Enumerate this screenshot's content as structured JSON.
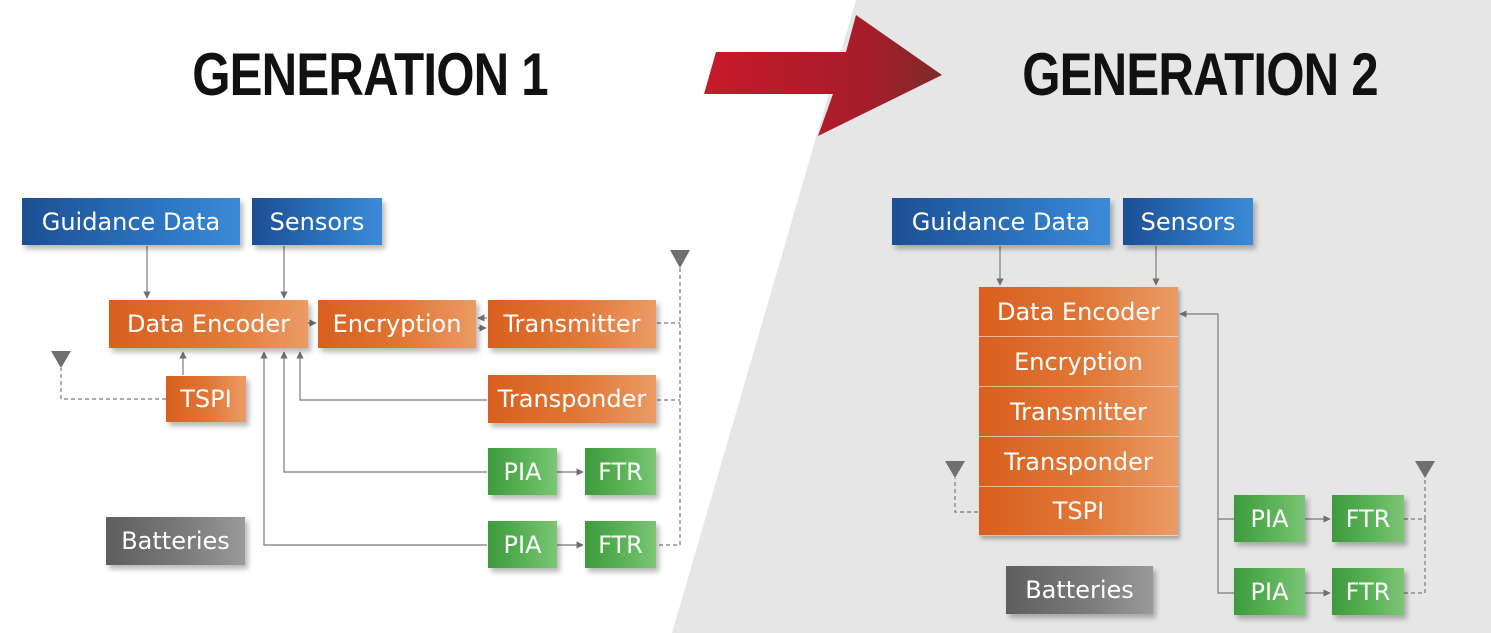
{
  "colors": {
    "guidance_blue": "#2b6cb4",
    "function_orange": "#e07838",
    "test_green": "#5bb156",
    "batteries_gray": "#7a7a7a",
    "arrow_red": "#c21b2b",
    "right_panel_bg": "#e6e6e6"
  },
  "gen1": {
    "title": "GENERATION 1",
    "guidance": "Guidance Data",
    "sensors": "Sensors",
    "encoder": "Data Encoder",
    "encryption": "Encryption",
    "transmitter": "Transmitter",
    "tspi": "TSPI",
    "transponder": "Transponder",
    "pia1": "PIA",
    "ftr1": "FTR",
    "pia2": "PIA",
    "ftr2": "FTR",
    "batteries": "Batteries"
  },
  "gen2": {
    "title": "GENERATION 2",
    "guidance": "Guidance Data",
    "sensors": "Sensors",
    "stack": [
      "Data Encoder",
      "Encryption",
      "Transmitter",
      "Transponder",
      "TSPI"
    ],
    "pia1": "PIA",
    "ftr1": "FTR",
    "pia2": "PIA",
    "ftr2": "FTR",
    "batteries": "Batteries"
  },
  "icons": {
    "transition": "red-arrow-icon",
    "antenna": "antenna-triangle-icon"
  }
}
